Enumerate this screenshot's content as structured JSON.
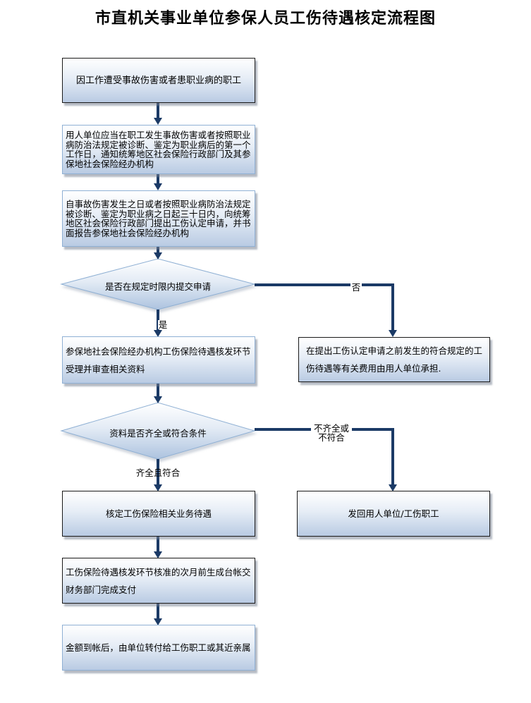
{
  "title": "市直机关事业单位参保人员工伤待遇核定流程图",
  "colors": {
    "connector": "#1b3a66",
    "box_gradient_top": "#ffffff",
    "box_gradient_bottom": "#b9cbe3",
    "diamond_border": "#8fb0d4"
  },
  "nodes": {
    "start": "因工作遭受事故伤害或者患职业病的职工",
    "notify": "用人单位应当在职工发生事故伤害或者按照职业病防治法规定被诊断、鉴定为职业病后的第一个工作日，通知统筹地区社会保险行政部门及其参保地社会保险经办机构",
    "apply": "自事故伤害发生之日或者按照职业病防治法规定被诊断、鉴定为职业病之日起三十日内，向统筹地区社会保险行政部门提出工伤认定申请，并书面报告参保地社会保险经办机构",
    "decision_deadline": "是否在规定时限内提交申请",
    "employer_bears": "在提出工伤认定申请之前发生的符合规定的工伤待遇等有关费用由用人单位承担.",
    "accept_review": "参保地社会保险经办机构工伤保险待遇核发环节受理并审查相关资料",
    "decision_docs": "资料是否齐全或符合条件",
    "verify": "核定工伤保险相关业务待遇",
    "return": "发回用人单位/工伤职工",
    "ledger": "工伤保险待遇核发环节核准的次月前生成台帐交财务部门完成支付",
    "transfer": "金额到帐后，由单位转付给工伤职工或其近亲属"
  },
  "edge_labels": {
    "deadline_yes": "是",
    "deadline_no": "否",
    "docs_yes": "齐全且符合",
    "docs_no": "不齐全或不符合"
  }
}
